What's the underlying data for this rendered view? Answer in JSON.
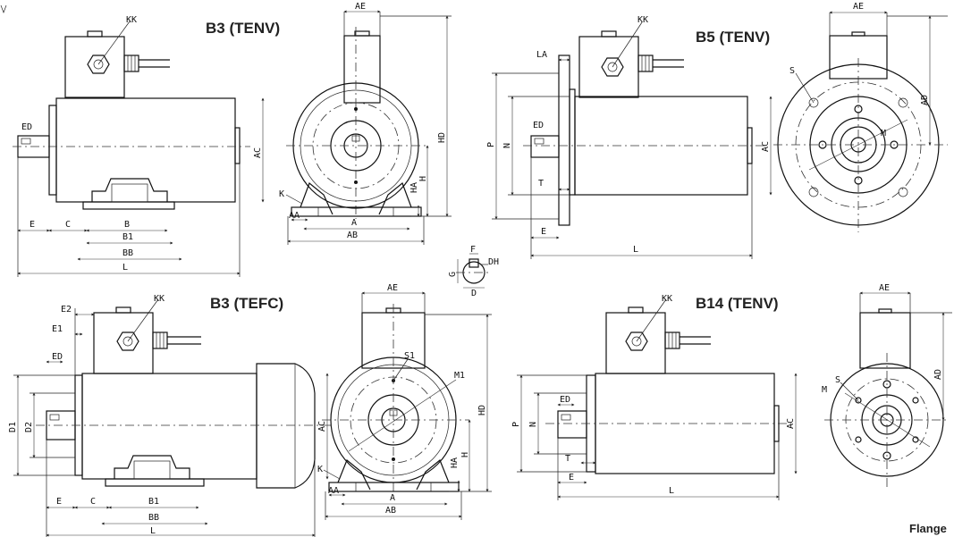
{
  "views": {
    "b3_tenv": {
      "title": "B3 (TENV)",
      "labels": {
        "kk": "KK",
        "ed": "ED",
        "e": "E",
        "c": "C",
        "b": "B",
        "b1": "B1",
        "bb": "BB",
        "l": "L",
        "ac": "AC",
        "ae": "AE",
        "hd": "HD",
        "k": "K",
        "aa": "AA",
        "a": "A",
        "ab": "AB",
        "ha": "HA",
        "h": "H"
      }
    },
    "b5_tenv": {
      "title": "B5 (TENV)",
      "labels": {
        "kk": "KK",
        "la": "LA",
        "ed": "ED",
        "p": "P",
        "n": "N",
        "t": "T",
        "e": "E",
        "l": "L",
        "ac": "AC",
        "ae": "AE",
        "ad": "AD",
        "s": "S",
        "m": "M"
      }
    },
    "b3_tefc": {
      "title": "B3 (TEFC)",
      "labels": {
        "kk": "KK",
        "e2": "E2",
        "e1": "E1",
        "ed": "ED",
        "d1": "D1",
        "d2": "D2",
        "e": "E",
        "c": "C",
        "b1": "B1",
        "bb": "BB",
        "l": "L",
        "ac": "AC",
        "ae": "AE",
        "hd": "HD",
        "s1": "S1",
        "m1": "M1",
        "k": "K",
        "aa": "AA",
        "a": "A",
        "ab": "AB",
        "ha": "HA",
        "h": "H"
      }
    },
    "b14_tenv": {
      "title": "B14 (TENV)",
      "labels": {
        "kk": "KK",
        "ed": "ED",
        "p": "P",
        "n": "N",
        "t": "T",
        "e": "E",
        "l": "L",
        "ac": "AC",
        "ae": "AE",
        "ad": "AD",
        "s": "S",
        "m": "M"
      }
    },
    "shaft_detail": {
      "labels": {
        "f": "F",
        "dh": "DH",
        "g": "G",
        "d": "D"
      }
    }
  },
  "caption": {
    "text": "Flange"
  }
}
